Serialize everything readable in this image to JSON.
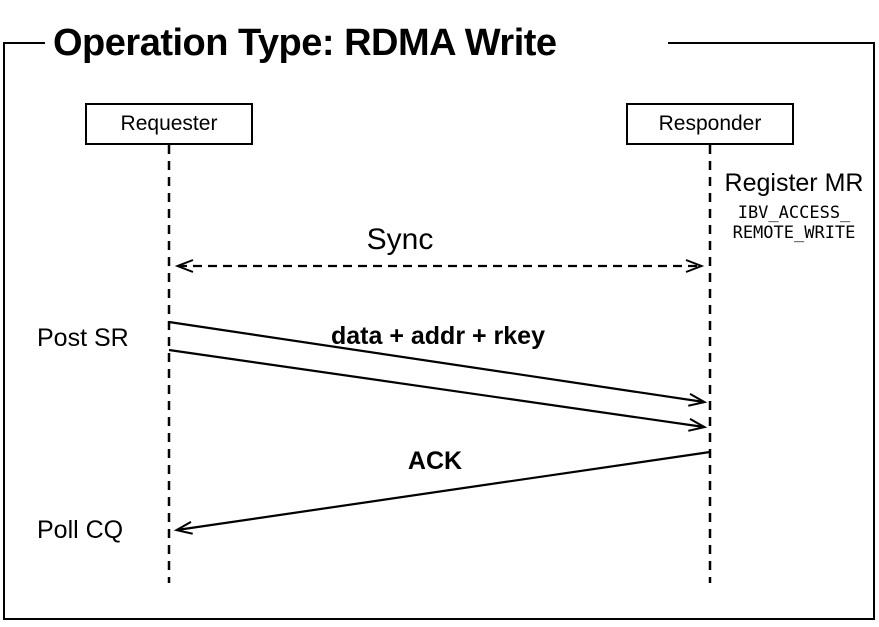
{
  "title": "Operation Type: RDMA Write",
  "actors": {
    "requester": "Requester",
    "responder": "Responder"
  },
  "messages": {
    "sync": "Sync",
    "write": "data + addr + rkey",
    "ack": "ACK"
  },
  "annotations": {
    "register_mr": "Register MR",
    "access_flag_line1": "IBV_ACCESS_",
    "access_flag_line2": "REMOTE_WRITE",
    "post_sr": "Post SR",
    "poll_cq": "Poll CQ"
  },
  "colors": {
    "line": "#000000",
    "text": "#000000",
    "background": "#ffffff"
  }
}
